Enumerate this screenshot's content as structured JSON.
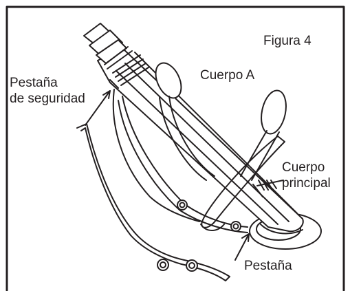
{
  "figure": {
    "title": "Figura 4",
    "labels": {
      "cuerpo_a": "Cuerpo A",
      "pestana_seguridad_line1": "Pestaña",
      "pestana_seguridad_line2": "de seguridad",
      "cuerpo_principal_line1": "Cuerpo",
      "cuerpo_principal_line2": "principal",
      "pestana": "Pestaña"
    },
    "colors": {
      "stroke": "#231f20",
      "fill": "#ffffff"
    }
  }
}
